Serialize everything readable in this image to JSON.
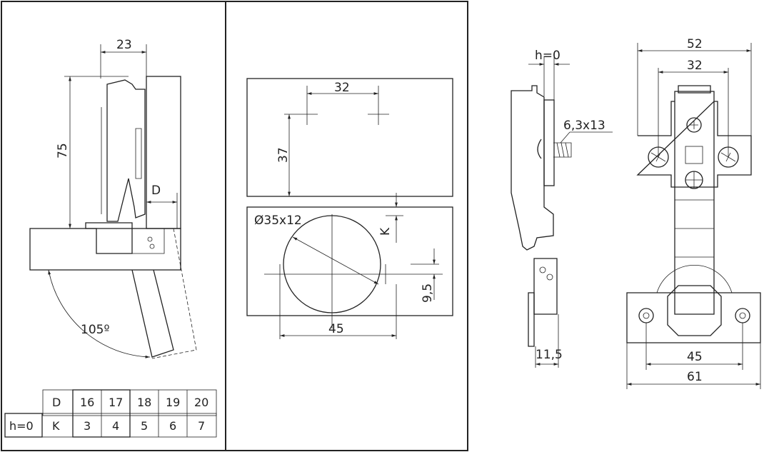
{
  "left_view": {
    "dim_width": "23",
    "dim_height": "75",
    "dim_d": "D",
    "opening_angle": "105º"
  },
  "drilling_view": {
    "dim_hole_spacing": "32",
    "dim_hole_offset": "37",
    "dim_k": "K",
    "cup_diameter": "Ø35x12",
    "dim_cup_offset": "9,5",
    "dim_cup_spacing": "45"
  },
  "side_view": {
    "overlay": "h=0",
    "screw": "6,3x13",
    "dim_depth": "11,5"
  },
  "front_view": {
    "dim_52": "52",
    "dim_32": "32",
    "dim_45": "45",
    "dim_61": "61"
  },
  "table": {
    "header": [
      "D",
      "16",
      "17",
      "18",
      "19",
      "20"
    ],
    "row_label": "h=0",
    "row": [
      "K",
      "3",
      "4",
      "5",
      "6",
      "7"
    ]
  }
}
